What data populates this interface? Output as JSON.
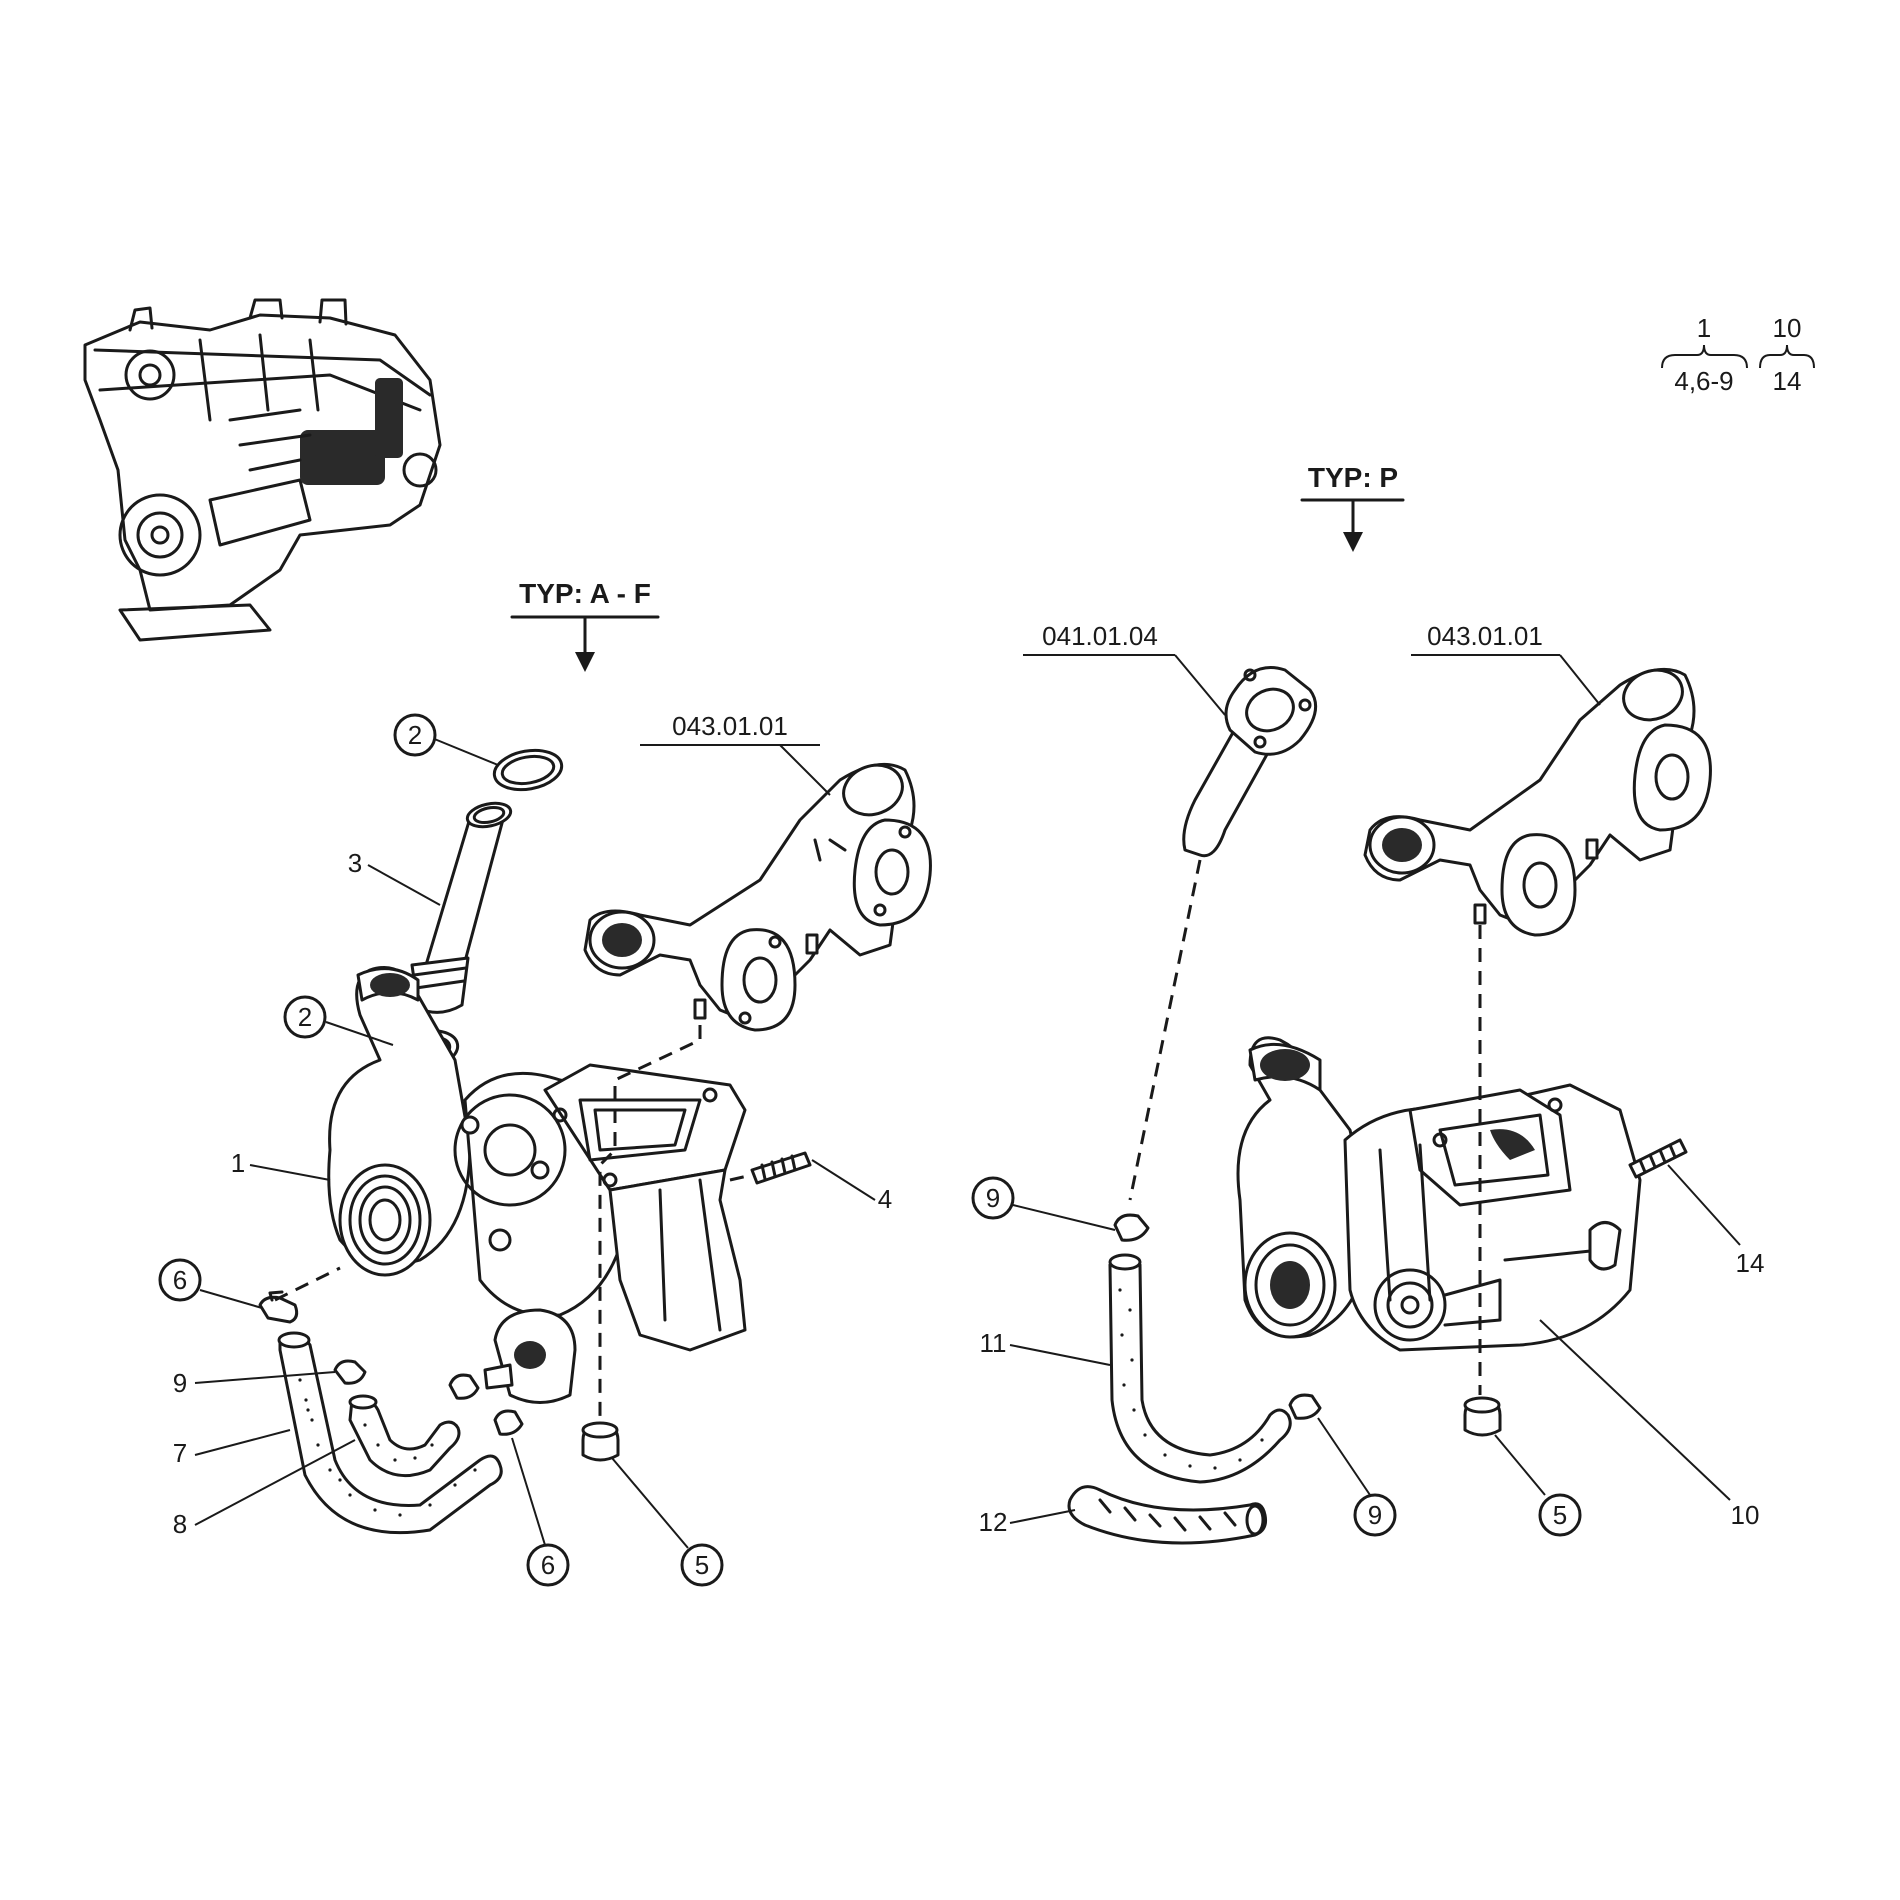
{
  "left_group": {
    "header": "TYP: A - F",
    "manifold_ref": "043.01.01",
    "callouts": [
      "2",
      "3",
      "2",
      "1",
      "4",
      "6",
      "9",
      "7",
      "8",
      "6",
      "5"
    ]
  },
  "right_group": {
    "header": "TYP: P",
    "pipe_ref": "041.01.04",
    "manifold_ref": "043.01.01",
    "callouts": [
      "9",
      "11",
      "12",
      "9",
      "5",
      "14",
      "10"
    ]
  },
  "legend": {
    "group1_top": "1",
    "group1_bottom": "4,6-9",
    "group2_top": "10",
    "group2_bottom": "14"
  },
  "colors": {
    "ink": "#1a1a1a",
    "background": "#ffffff"
  }
}
